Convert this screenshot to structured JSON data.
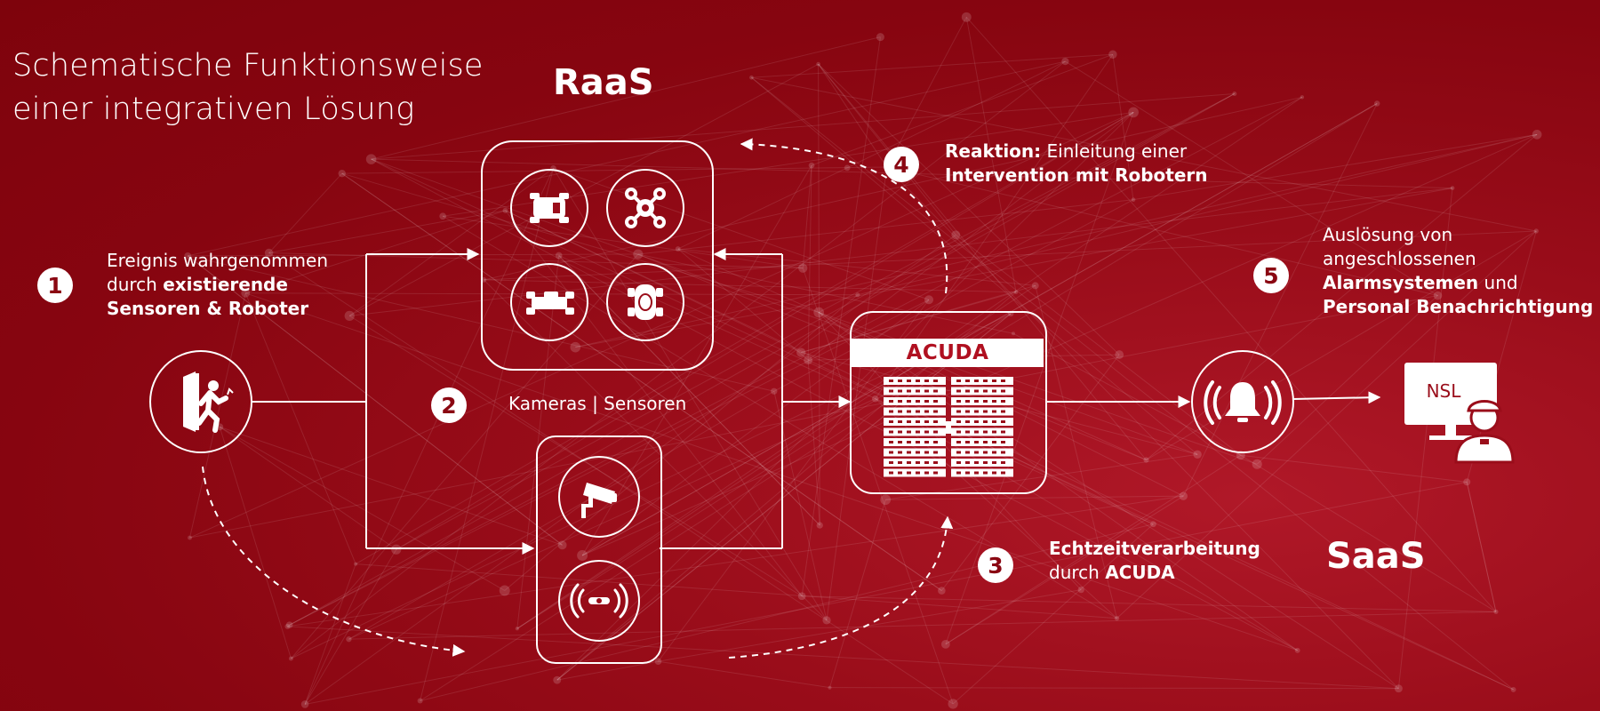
{
  "title": {
    "line1": "Schematische Funktionsweise",
    "line2": "einer integrativen Lösung"
  },
  "raas_label": "RaaS",
  "saas_label": "SaaS",
  "acuda_box_label": "ACUDA",
  "nsl_label": "NSL",
  "sensors_caption": "Kameras | Sensoren",
  "steps": {
    "s1": {
      "number": "1",
      "line1": "Ereignis wahrgenommen",
      "line2_plain": "durch ",
      "line2_bold": "existierende",
      "line3_bold": "Sensoren & Roboter"
    },
    "s2": {
      "number": "2"
    },
    "s3": {
      "number": "3",
      "line1_bold": "Echtzeitverarbeitung",
      "line2_plain": "durch ",
      "line2_bold": "ACUDA"
    },
    "s4": {
      "number": "4",
      "line1_bold": "Reaktion:",
      "line1_plain": " Einleitung einer",
      "line2_bold": "Intervention mit Robotern"
    },
    "s5": {
      "number": "5",
      "line1": "Auslösung von",
      "line2": "angeschlossenen",
      "line3_bold": "Alarmsystemen",
      "line3_plain": " und",
      "line4_bold": "Personal Benachrichtigung"
    }
  },
  "icons": {
    "event": "intruder-door-icon",
    "robot_car": "robot-car-icon",
    "drone": "drone-icon",
    "rover": "rover-icon",
    "legged_robot": "legged-robot-icon",
    "camera": "security-camera-icon",
    "sensor": "motion-sensor-icon",
    "server": "server-rack-icon",
    "alarm": "alarm-bell-icon",
    "operator": "security-operator-icon"
  },
  "colors": {
    "background": "#8a0712",
    "foreground": "#ffffff",
    "accent": "#b01020"
  }
}
